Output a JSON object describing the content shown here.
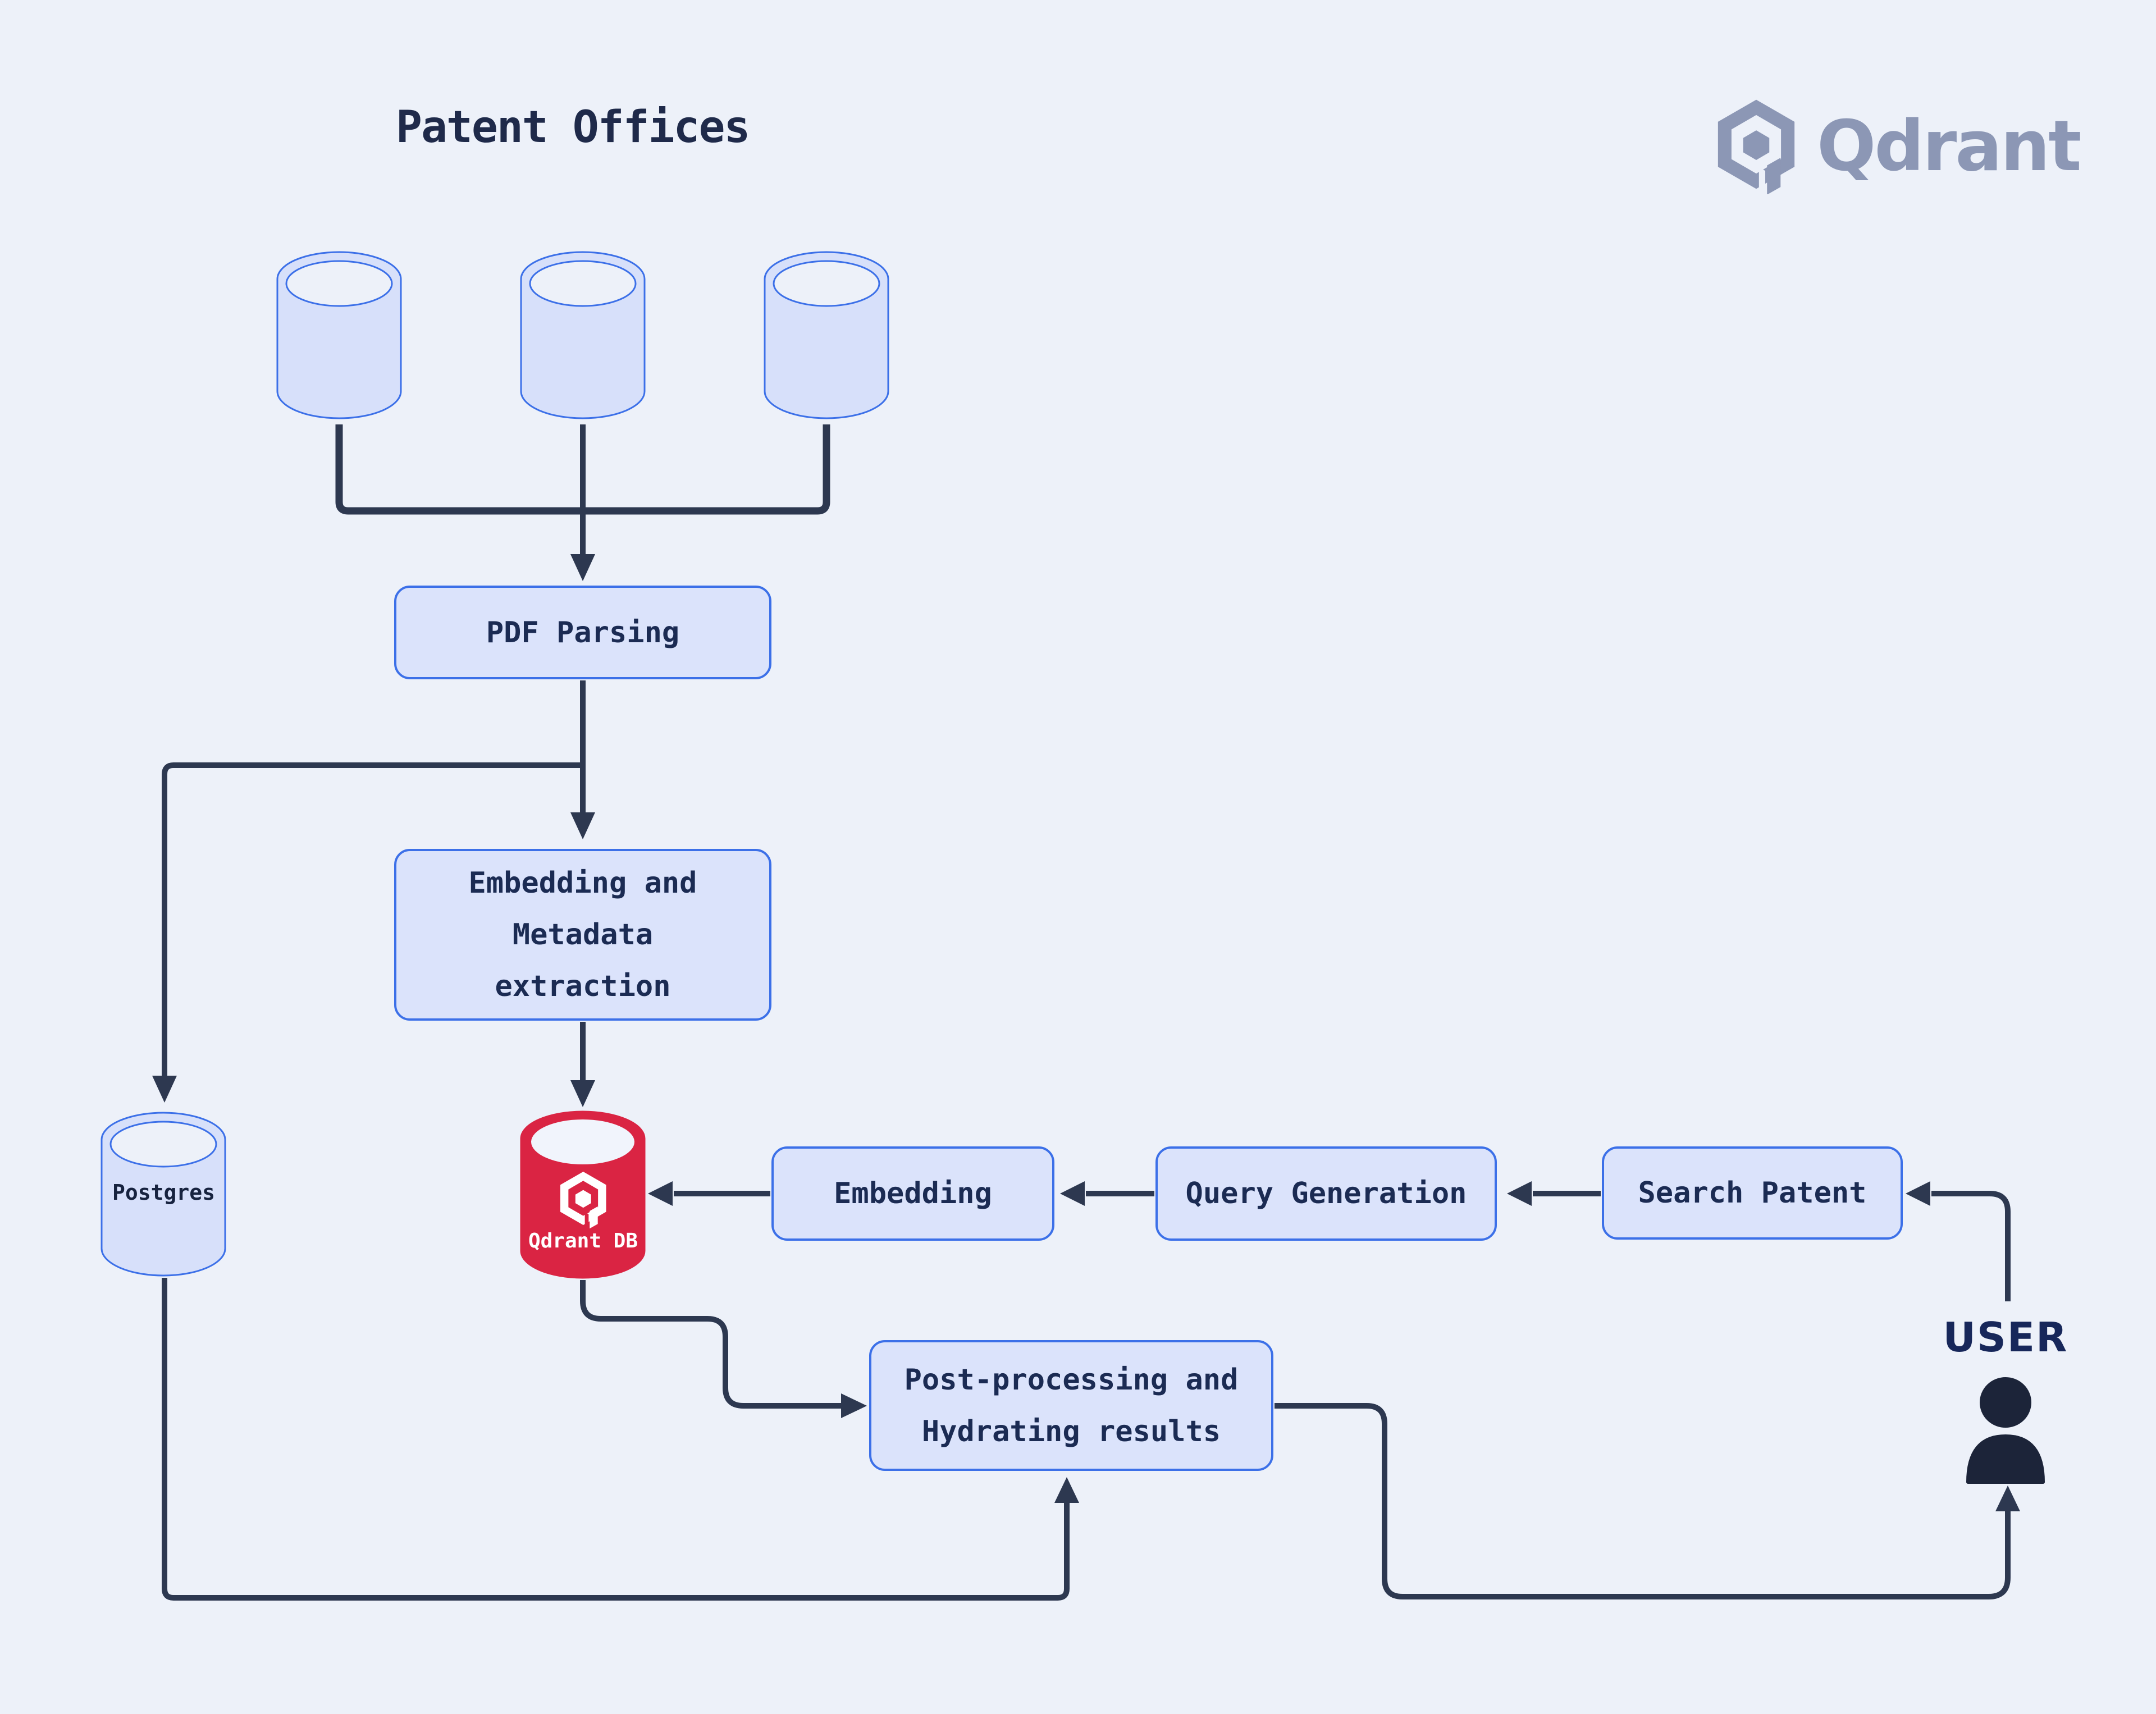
{
  "title": "Patent Offices",
  "brand": {
    "wordmark": "Qdrant",
    "icon": "qdrant-hexagon-logo"
  },
  "nodes": {
    "patent_sources": {
      "icon": "database-cylinder",
      "count": 3
    },
    "pdf_parsing": {
      "label": "PDF Parsing"
    },
    "embedding_metadata": {
      "lines": [
        "Embedding and",
        "Metadata",
        "extraction"
      ]
    },
    "postgres": {
      "label": "Postgres",
      "icon": "database-cylinder"
    },
    "qdrant_db": {
      "label": "Qdrant DB",
      "icon": "qdrant-hexagon-logo"
    },
    "embedding": {
      "label": "Embedding"
    },
    "query_generation": {
      "label": "Query Generation"
    },
    "search_patent": {
      "label": "Search Patent"
    },
    "post_processing": {
      "lines": [
        "Post-processing and",
        "Hydrating results"
      ]
    },
    "user": {
      "label": "USER",
      "icon": "person-icon"
    }
  },
  "edges": [
    {
      "from": "patent-source-1",
      "to": "pdf-parsing"
    },
    {
      "from": "patent-source-2",
      "to": "pdf-parsing"
    },
    {
      "from": "patent-source-3",
      "to": "pdf-parsing"
    },
    {
      "from": "pdf-parsing",
      "to": "embedding-metadata-extraction"
    },
    {
      "from": "pdf-parsing",
      "to": "postgres"
    },
    {
      "from": "embedding-metadata-extraction",
      "to": "qdrant-db"
    },
    {
      "from": "user",
      "to": "search-patent"
    },
    {
      "from": "search-patent",
      "to": "query-generation"
    },
    {
      "from": "query-generation",
      "to": "embedding"
    },
    {
      "from": "embedding",
      "to": "qdrant-db"
    },
    {
      "from": "qdrant-db",
      "to": "post-processing"
    },
    {
      "from": "postgres",
      "to": "post-processing"
    },
    {
      "from": "post-processing",
      "to": "user"
    }
  ],
  "colors": {
    "background": "#edf1f9",
    "node_fill": "#dbe3fb",
    "node_border": "#3c70e8",
    "cylinder_fill": "#d7e0fa",
    "connector": "#2d3850",
    "text_navy": "#1b2b53",
    "qdrant_red": "#da2443",
    "logo_gray": "#8c97b5",
    "user_icon": "#1c2439"
  }
}
